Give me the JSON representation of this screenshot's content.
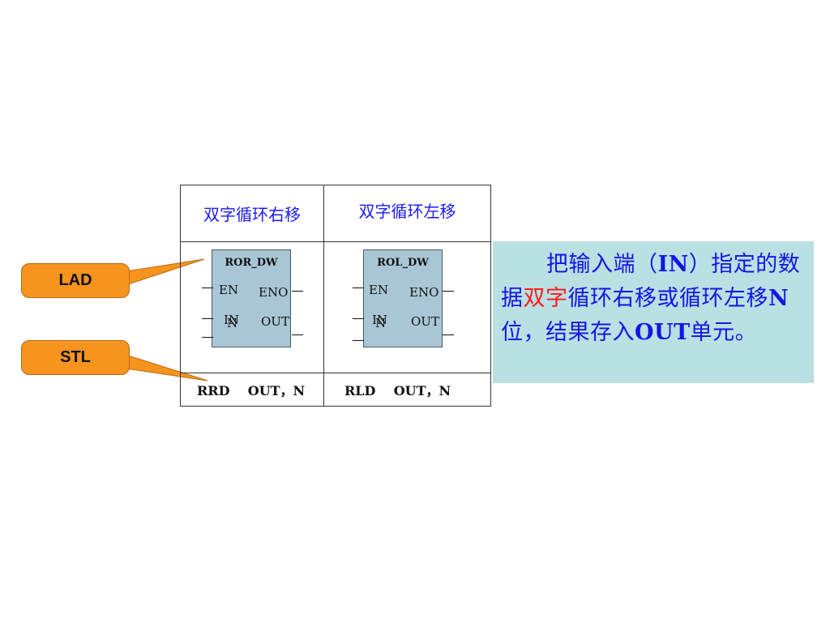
{
  "table": {
    "header_right_shift": "双字循环右移",
    "header_left_shift": "双字循环左移",
    "stl_right": "RRD    OUT，N",
    "stl_left": "RLD    OUT，N"
  },
  "ror_box": {
    "title": "ROR_DW",
    "en": "EN",
    "eno": "ENO",
    "in": "IN",
    "n": "N",
    "out": "OUT"
  },
  "rol_box": {
    "title": "ROL_DW",
    "en": "EN",
    "eno": "ENO",
    "in": "IN",
    "n": "N",
    "out": "OUT"
  },
  "callouts": {
    "lad": "LAD",
    "stl": "STL"
  },
  "description": {
    "part1": "把输入端（",
    "in": "IN",
    "part2": "）指定的数据",
    "highlight": "双字",
    "part3": "循环右移或循环左移",
    "n": "N",
    "part4": "位，结果存入",
    "out": "OUT",
    "part5": "单元。"
  },
  "colors": {
    "callout": "#f7941d",
    "box": "#a9c6d6",
    "panel": "#b9e0e2",
    "text_blue": "#1515e6",
    "highlight_red": "#ff1a1a"
  }
}
